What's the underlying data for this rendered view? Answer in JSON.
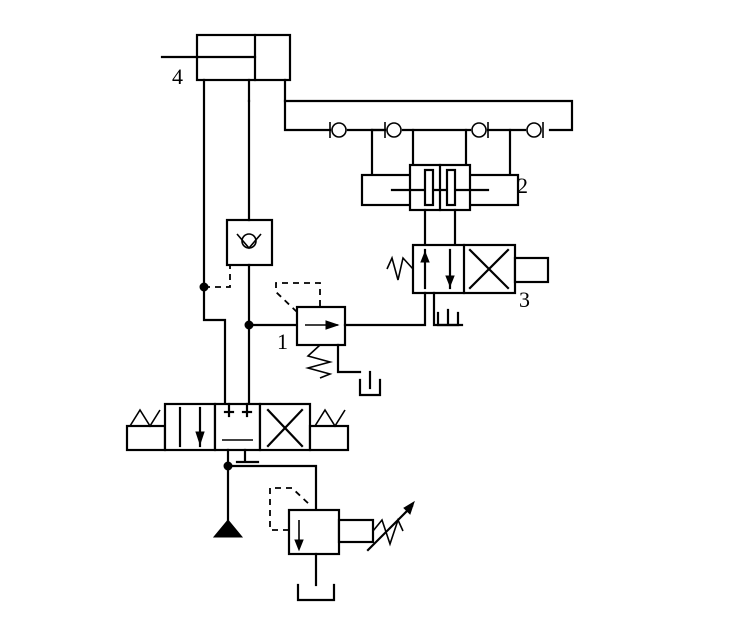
{
  "labels": {
    "cylinder": "4",
    "relief_valve": "1",
    "pilot_valve_block": "2",
    "solenoid_valve": "3"
  }
}
